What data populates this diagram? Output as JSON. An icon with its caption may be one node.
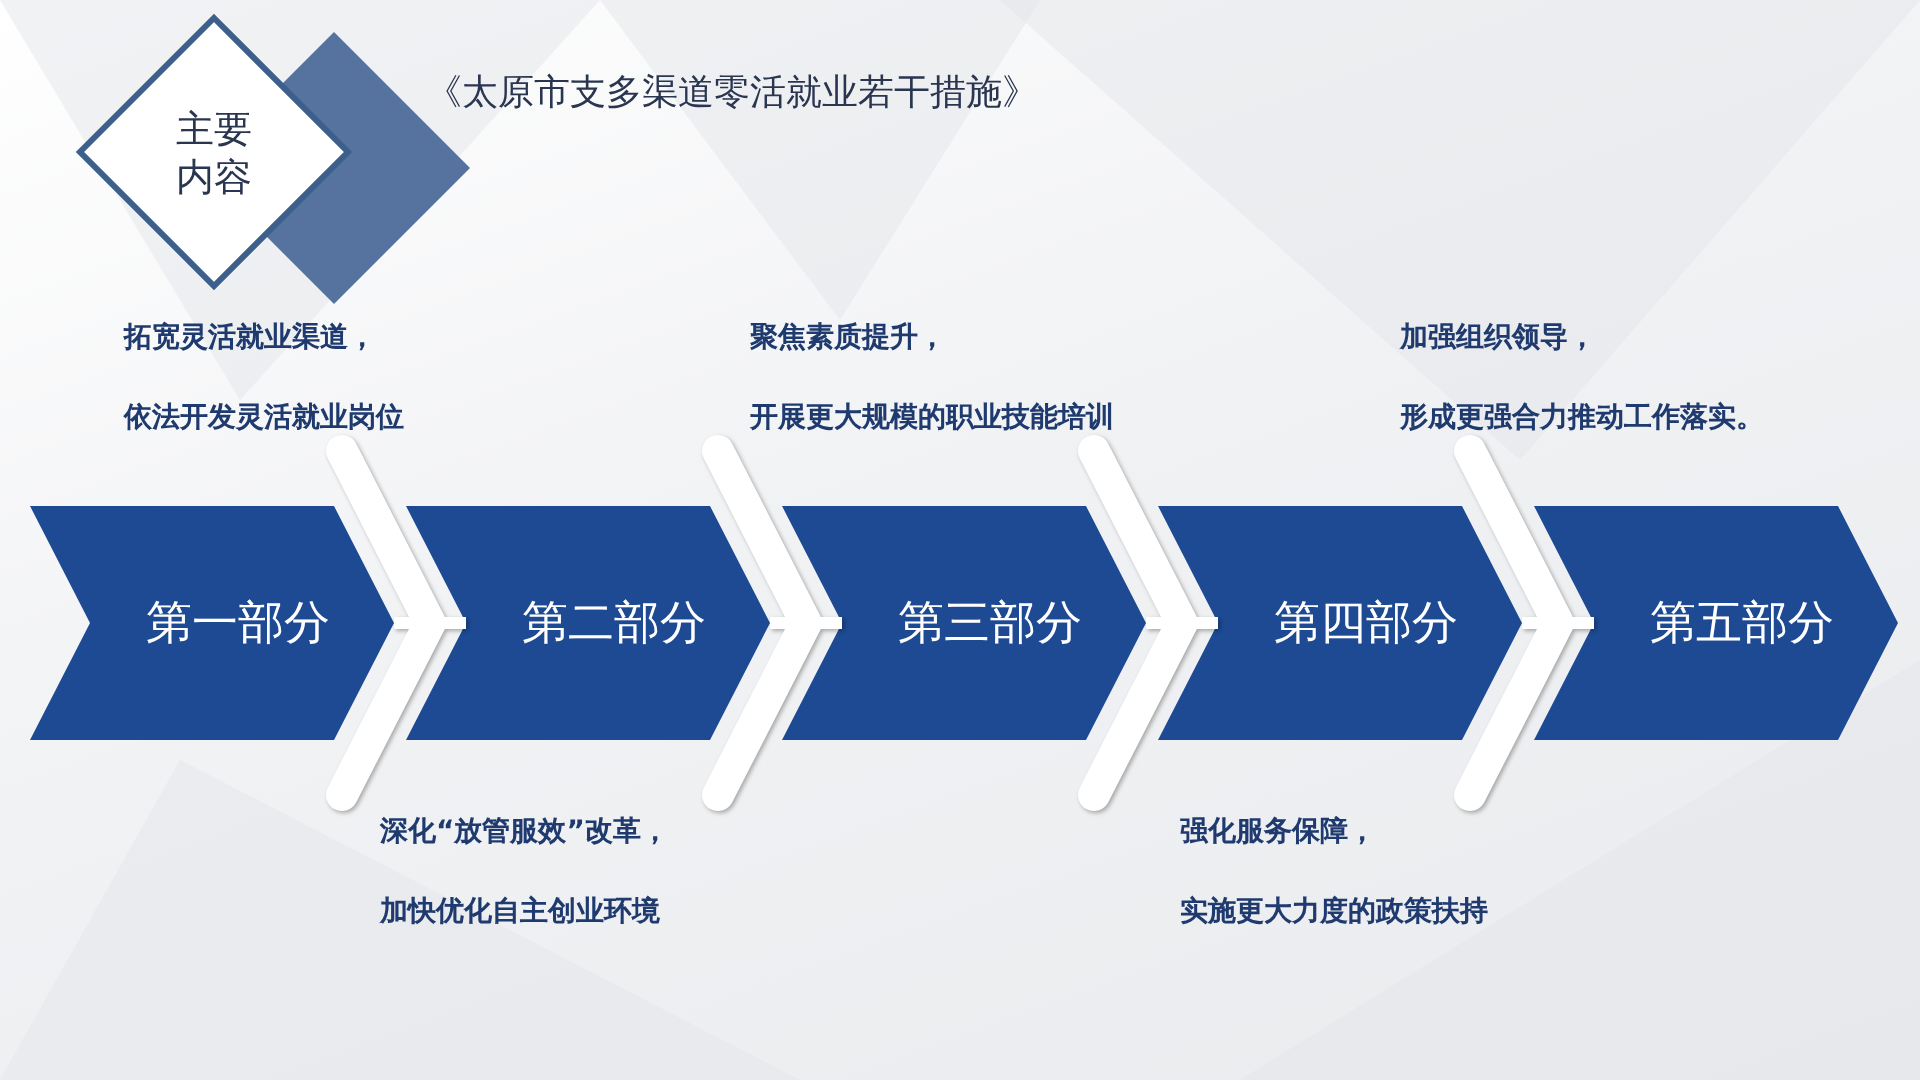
{
  "diagram": {
    "title": "《太原市支多渠道零活就业若干措施》",
    "nodes": [
      {
        "text": [
          "主要内容"
        ]
      },
      {
        "text": [
          "第一部分"
        ],
        "beside": [
          "拓宽灵活就业渠道，",
          "依法开发灵活就业岗位"
        ]
      },
      {
        "text": [
          "第二部分"
        ],
        "beside": [
          "深化“放管服效”改革，",
          "加快优化自主创业环境"
        ]
      },
      {
        "text": [
          "第三部分"
        ],
        "beside": [
          "聚焦素质提升，",
          "开展更大规模的职业技能培训"
        ]
      },
      {
        "text": [
          "第四部分"
        ],
        "beside": [
          "强化服务保障，",
          "实施更大力度的政策扶持"
        ]
      },
      {
        "text": [
          "第五部分"
        ],
        "beside": [
          "加强组织领导，",
          "形成更强合力推动工作落实。"
        ]
      }
    ],
    "edges": [
      {
        "from": 1,
        "to": 2,
        "arrow": "to"
      },
      {
        "from": 2,
        "to": 3,
        "arrow": "to"
      },
      {
        "from": 3,
        "to": 4,
        "arrow": "to"
      },
      {
        "from": 4,
        "to": 5,
        "arrow": "to"
      }
    ]
  }
}
